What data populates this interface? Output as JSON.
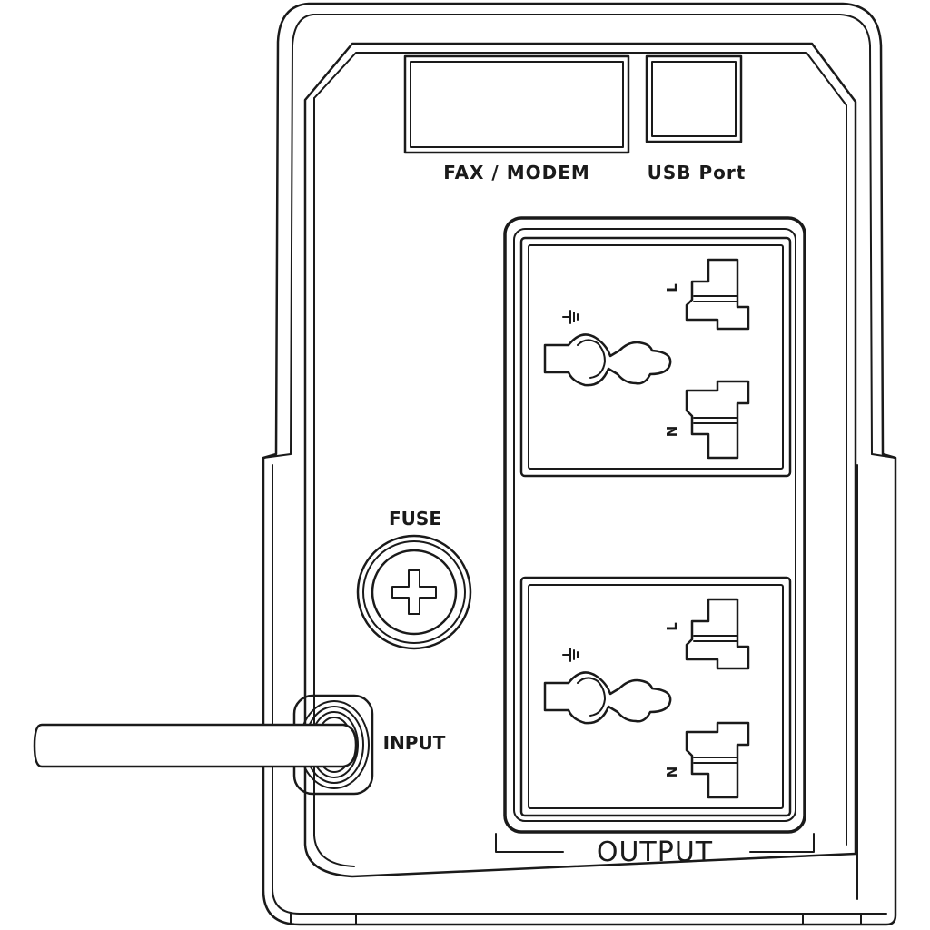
{
  "labels": {
    "fax_modem": "FAX / MODEM",
    "usb_port": "USB Port",
    "fuse": "FUSE",
    "input": "INPUT",
    "output": "OUTPUT"
  },
  "outlets": [
    {
      "line_pin": "L",
      "neutral_pin": "N"
    },
    {
      "line_pin": "L",
      "neutral_pin": "N"
    }
  ],
  "colors": {
    "stroke": "#1a1a1a",
    "background": "#ffffff"
  }
}
